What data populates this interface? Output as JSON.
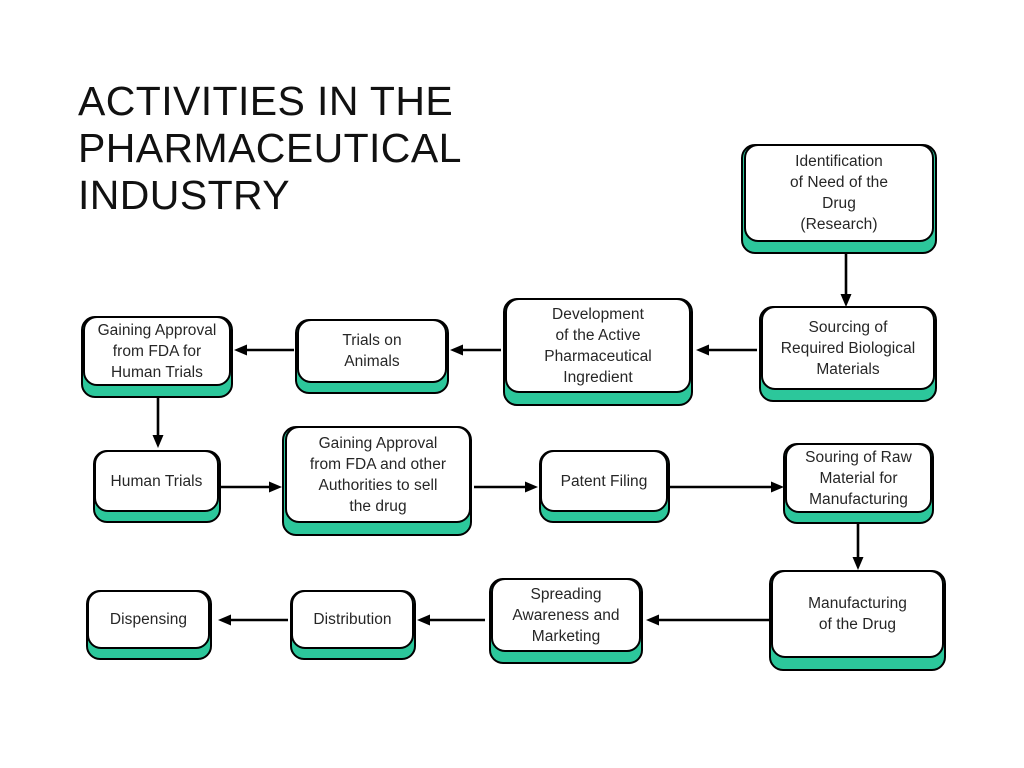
{
  "title": {
    "text": "ACTIVITIES IN THE\nPHARMACEUTICAL\nINDUSTRY"
  },
  "theme": {
    "accent": "#2CC79B",
    "outline": "#000000",
    "text": "#262626",
    "background": "#FFFFFF"
  },
  "diagram": {
    "type": "flowchart",
    "nodes": [
      {
        "id": "identification",
        "label": "Identification\nof Need of the\nDrug\n(Research)",
        "row": 1
      },
      {
        "id": "sourcing-bio",
        "label": "Sourcing of\nRequired Biological\nMaterials",
        "row": 2
      },
      {
        "id": "development-api",
        "label": "Development\nof the Active\nPharmaceutical\nIngredient",
        "row": 2
      },
      {
        "id": "trials-animals",
        "label": "Trials on\nAnimals",
        "row": 2
      },
      {
        "id": "approval-human",
        "label": "Gaining Approval\nfrom FDA for\nHuman Trials",
        "row": 2
      },
      {
        "id": "human-trials",
        "label": "Human Trials",
        "row": 3
      },
      {
        "id": "approval-sell",
        "label": "Gaining Approval\nfrom FDA and other\nAuthorities to sell\nthe drug",
        "row": 3
      },
      {
        "id": "patent-filing",
        "label": "Patent Filing",
        "row": 3
      },
      {
        "id": "sourcing-raw",
        "label": "Souring of Raw\nMaterial for\nManufacturing",
        "row": 3
      },
      {
        "id": "manufacturing",
        "label": "Manufacturing\nof the Drug",
        "row": 4
      },
      {
        "id": "marketing",
        "label": "Spreading\nAwareness and\nMarketing",
        "row": 4
      },
      {
        "id": "distribution",
        "label": "Distribution",
        "row": 4
      },
      {
        "id": "dispensing",
        "label": "Dispensing",
        "row": 4
      }
    ],
    "edges": [
      {
        "from": "identification",
        "to": "sourcing-bio",
        "direction": "down"
      },
      {
        "from": "sourcing-bio",
        "to": "development-api",
        "direction": "left"
      },
      {
        "from": "development-api",
        "to": "trials-animals",
        "direction": "left"
      },
      {
        "from": "trials-animals",
        "to": "approval-human",
        "direction": "left"
      },
      {
        "from": "approval-human",
        "to": "human-trials",
        "direction": "down"
      },
      {
        "from": "human-trials",
        "to": "approval-sell",
        "direction": "right"
      },
      {
        "from": "approval-sell",
        "to": "patent-filing",
        "direction": "right"
      },
      {
        "from": "patent-filing",
        "to": "sourcing-raw",
        "direction": "right"
      },
      {
        "from": "sourcing-raw",
        "to": "manufacturing",
        "direction": "down"
      },
      {
        "from": "manufacturing",
        "to": "marketing",
        "direction": "left"
      },
      {
        "from": "marketing",
        "to": "distribution",
        "direction": "left"
      },
      {
        "from": "distribution",
        "to": "dispensing",
        "direction": "left"
      }
    ]
  }
}
